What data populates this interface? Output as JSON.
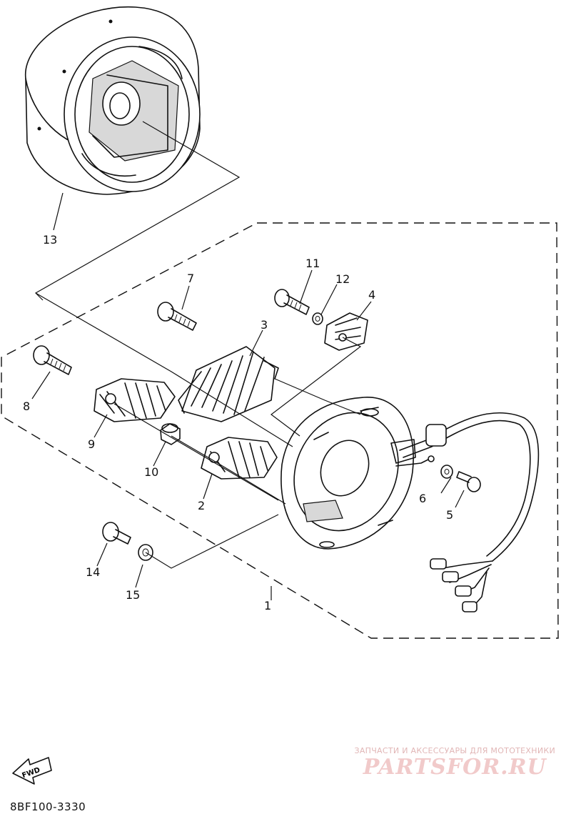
{
  "drawing_code": "8BF100-3330",
  "fwd_label": "FWD",
  "watermark": {
    "tagline": "ЗАПЧАСТИ И АКСЕССУАРЫ ДЛЯ МОТОТЕХНИКИ",
    "logo": "PARTSFOR.RU"
  },
  "callouts": {
    "c1": "1",
    "c2": "2",
    "c3": "3",
    "c4": "4",
    "c5": "5",
    "c6": "6",
    "c7": "7",
    "c8": "8",
    "c9": "9",
    "c10": "10",
    "c11": "11",
    "c12": "12",
    "c13": "13",
    "c14": "14",
    "c15": "15"
  }
}
